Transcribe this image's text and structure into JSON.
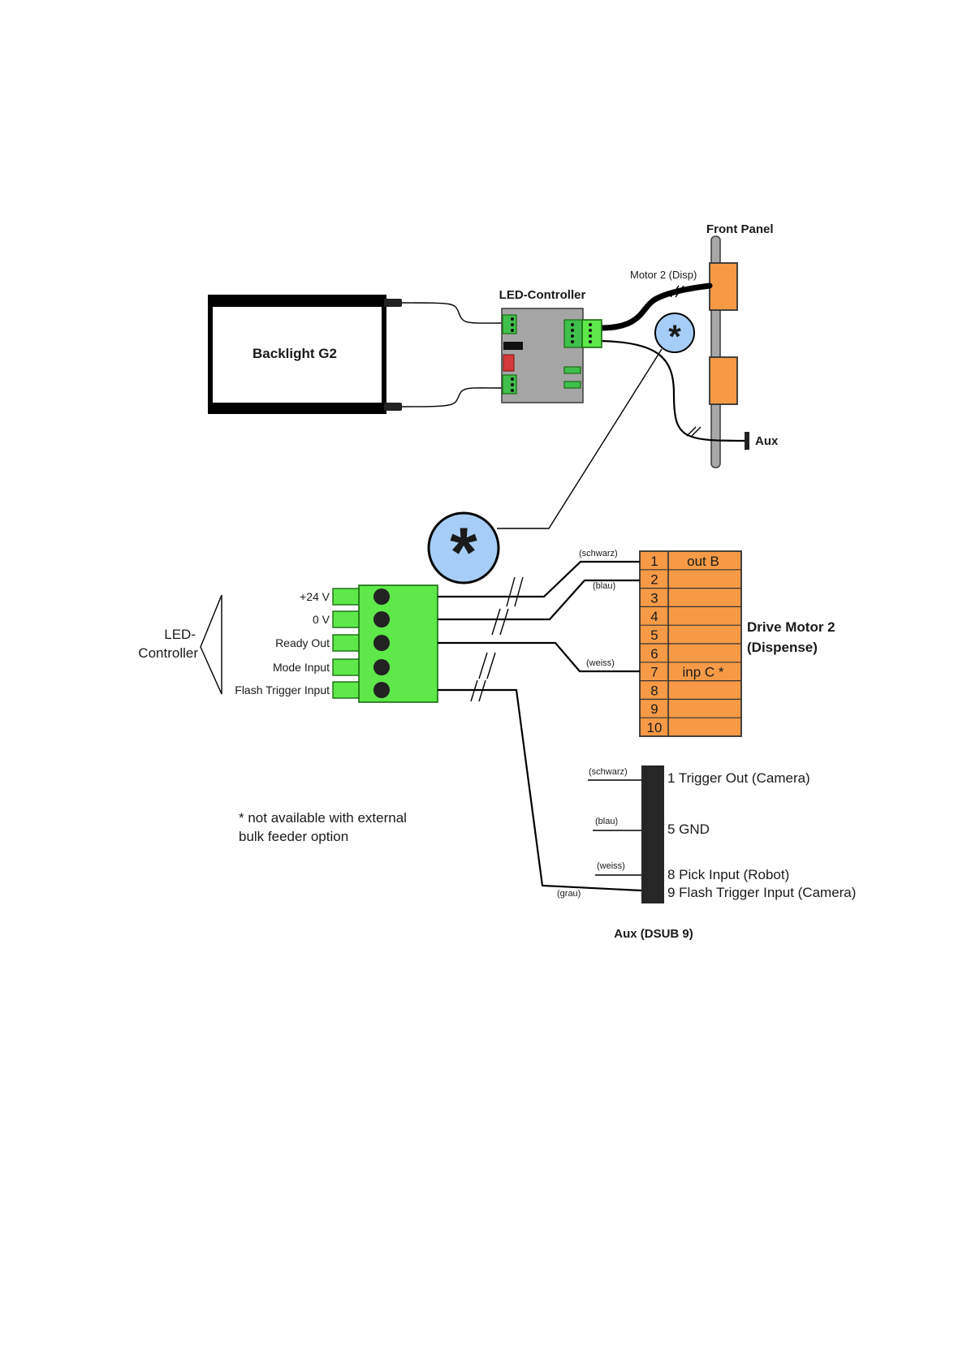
{
  "front_panel": {
    "title": "Front Panel",
    "motor_cable_label": "Motor 2 (Disp)",
    "aux_label": "Aux"
  },
  "backlight": {
    "title": "Backlight G2"
  },
  "led_controller": {
    "title": "LED-Controller"
  },
  "controller_ref": {
    "label_line1": "LED-",
    "label_line2": "Controller"
  },
  "terminal": {
    "pins": [
      "+24 V",
      "0 V",
      "Ready Out",
      "Mode Input",
      "Flash Trigger Input"
    ]
  },
  "footnote": {
    "line1": "* not available with external",
    "line2": "bulk feeder option"
  },
  "star_symbol": "*",
  "drive_motor": {
    "title_line1": "Drive Motor 2",
    "title_line2": "(Dispense)",
    "pins": [
      {
        "num": "1",
        "label": "out B"
      },
      {
        "num": "2",
        "label": ""
      },
      {
        "num": "3",
        "label": ""
      },
      {
        "num": "4",
        "label": ""
      },
      {
        "num": "5",
        "label": ""
      },
      {
        "num": "6",
        "label": ""
      },
      {
        "num": "7",
        "label": "inp C *"
      },
      {
        "num": "8",
        "label": ""
      },
      {
        "num": "9",
        "label": ""
      },
      {
        "num": "10",
        "label": ""
      }
    ],
    "wire_colors": {
      "pin1": "(schwarz)",
      "pin2": "(blau)",
      "pin7": "(weiss)"
    }
  },
  "aux_connector": {
    "title": "Aux (DSUB 9)",
    "pins": [
      "1 Trigger Out (Camera)",
      "5 GND",
      "8 Pick Input (Robot)",
      "9 Flash Trigger Input (Camera)"
    ],
    "wire_colors": [
      "(schwarz)",
      "(blau)",
      "(weiss)",
      "(grau)"
    ]
  },
  "colors": {
    "orange": "#f79a46",
    "green": "#5ee84a",
    "light_blue": "#a6cdf5",
    "grey": "#a5a5a5"
  }
}
